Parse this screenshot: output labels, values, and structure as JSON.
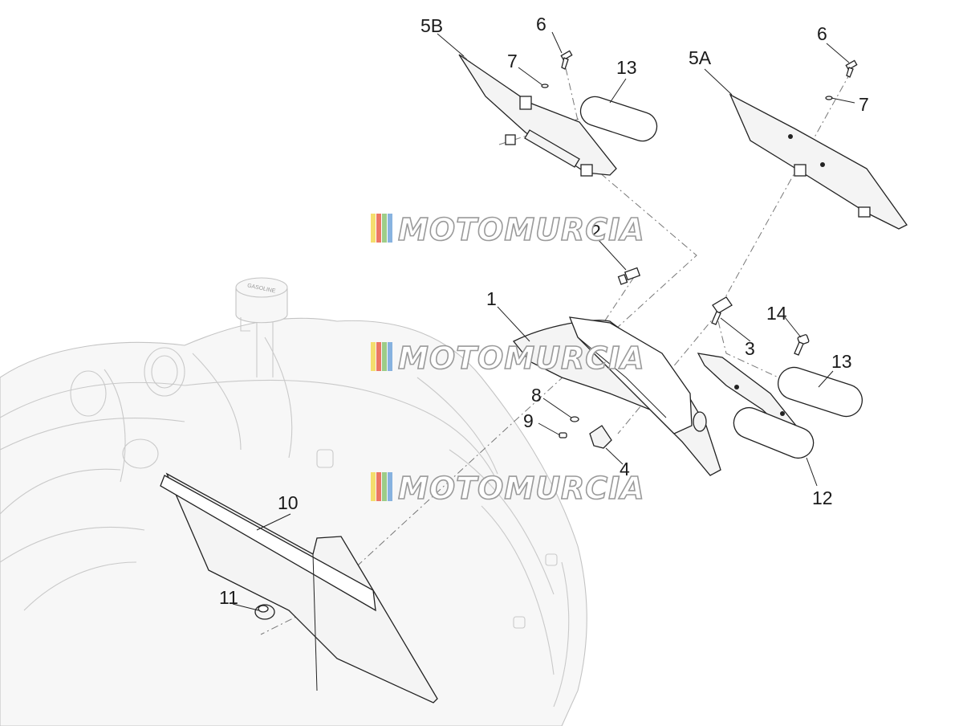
{
  "callouts": {
    "c1": "1",
    "c2": "2",
    "c3": "3",
    "c4": "4",
    "c5a": "5A",
    "c5b": "5B",
    "c6a": "6",
    "c6b": "6",
    "c7a": "7",
    "c7b": "7",
    "c8": "8",
    "c9": "9",
    "c10": "10",
    "c11": "11",
    "c12": "12",
    "c13a": "13",
    "c13b": "13",
    "c14": "14"
  },
  "watermark": {
    "text": "MOTOMURCIA",
    "stripe_colors": [
      "#f2d64a",
      "#e8553d",
      "#86c06a",
      "#6aa0d8"
    ]
  },
  "fuel_cap_label": "GASOLINE"
}
